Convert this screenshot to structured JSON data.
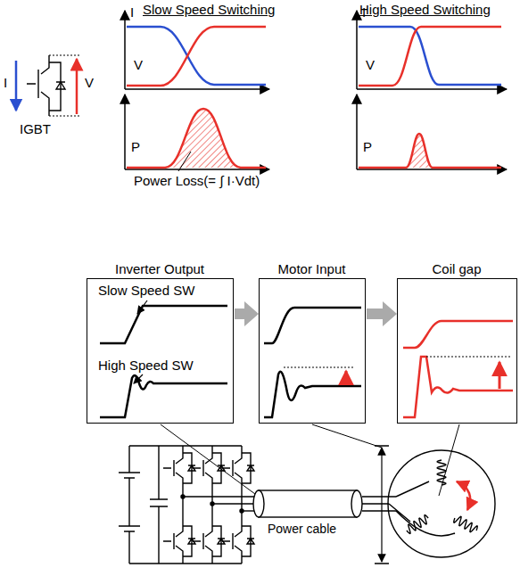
{
  "diagram": {
    "nodes": [
      {
        "text": [
          "Inverter Output",
          "Slow Speed SW",
          "High Speed SW"
        ]
      },
      {
        "text": [
          "Motor Input"
        ]
      },
      {
        "text": [
          "Coil gap"
        ]
      }
    ],
    "edges": [
      {
        "from": 0,
        "to": 1,
        "arrow": "to"
      },
      {
        "from": 1,
        "to": 2,
        "arrow": "to"
      }
    ],
    "labels": [
      "Slow Speed Switching",
      "High Speed Switching",
      "I",
      "V",
      "IGBT",
      "I",
      "V",
      "P",
      "I",
      "V",
      "P",
      "Power Loss(= ∫ I·Vdt)",
      "Power cable"
    ]
  }
}
